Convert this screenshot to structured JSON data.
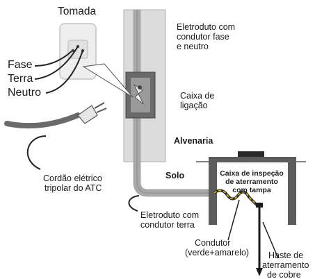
{
  "labels": {
    "tomada": "Tomada",
    "fase": "Fase",
    "terra": "Terra",
    "neutro": "Neutro",
    "eletroduto_fase_1": "Eletroduto com",
    "eletroduto_fase_2": "condutor fase",
    "eletroduto_fase_3": "e neutro",
    "caixa_ligacao_1": "Caixa de",
    "caixa_ligacao_2": "ligação",
    "alvenaria": "Alvenaria",
    "solo": "Solo",
    "caixa_inspecao_1": "Caixa de inspeção",
    "caixa_inspecao_2": "de aterramento",
    "caixa_inspecao_3": "com tampa",
    "cordao_1": "Cordão elétrico",
    "cordao_2": "tripolar do ATC",
    "eletroduto_terra_1": "Eletroduto com",
    "eletroduto_terra_2": "condutor terra",
    "condutor_1": "Condutor",
    "condutor_2": "(verde+amarelo)",
    "haste_1": "Haste de",
    "haste_2": "aterramento",
    "haste_3": "de cobre"
  },
  "colors": {
    "wall": "#dcdcdc",
    "conduit": "#a9a9a9",
    "box_dark": "#5c5c5c",
    "ground_line": "#3a3a3a",
    "cord": "#6b6b6b",
    "rod": "#1a1a1a",
    "wire": "#e3c21a"
  }
}
